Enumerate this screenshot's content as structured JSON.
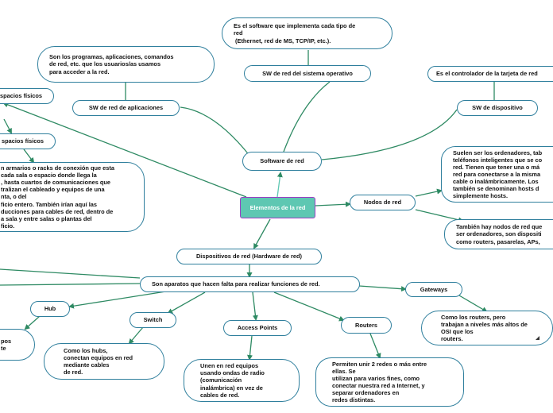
{
  "nodes": {
    "root": "Elementos de la red",
    "software_red": "Software de red",
    "sw_so": "SW de red del sistema operativo",
    "sw_so_desc": "Es el software que implementa cada tipo de\nred\n (Ethernet, red de MS, TCP/IP, etc.).",
    "sw_apps": "SW de red de aplicaciones",
    "sw_apps_desc": "Son los programas, aplicaciones, comandos\nde red, etc. que los usuarios/as usamos\npara acceder a la red.",
    "sw_disp": "SW de dispositivo",
    "sw_disp_desc": "Es el controlador de la tarjeta de red",
    "espacios1": "spacios físicos",
    "espacios2": "spacios físicos",
    "espacios_desc": "n armarios o racks de conexión que esta\ncada sala o espacio donde llega la\n, hasta cuartos de comunicaciones que\ntralizan el cableado y equipos de una\nnta, o del\nficio entero. También irían aquí las\nducciones para cables de red, dentro de\na sala y entre salas o plantas del\nficio.",
    "nodos": "Nodos de red",
    "nodos_desc1": "Suelen ser los ordenadores, tab\nteléfonos inteligentes que se co\nred. Tienen que tener una o má\nred para conectarse a la misma\ncable o inalámbricamente. Los\ntambién se denominan hosts d\nsimplemente hosts.",
    "nodos_desc2": "También hay nodos de red que\nser ordenadores, son dispositi\ncomo routers, pasarelas, APs, ",
    "dispositivos": "Dispositivos de red (Hardware de red)",
    "aparatos": "Son aparatos que hacen falta para realizar funciones de red.",
    "hub": "Hub",
    "hub_desc": "pos\nte",
    "switch": "Switch",
    "switch_desc": "Como los hubs,\nconectan equipos en red\nmediante cables\nde red.",
    "ap": "Access Points",
    "ap_desc": "Unen en red equipos\nusando ondas de radio\n(comunicación\ninalámbrica) en vez de\ncables de red.",
    "routers": "Routers",
    "routers_desc": "Permiten unir 2 redes o más entre\nellas. Se\nutilizan para varios fines, como\nconectar nuestra red a Internet, y\nseparar ordenadores en\nredes distintas.",
    "gateways": "Gateways",
    "gateways_desc": "Como los routers, pero\ntrabajan a niveles más altos de\nOSI que los\nrouters."
  },
  "colors": {
    "line": "#2e8a63",
    "root_fill": "#5ec7b2",
    "root_border": "#9b3ec4",
    "node_border": "#2f7f9d"
  }
}
